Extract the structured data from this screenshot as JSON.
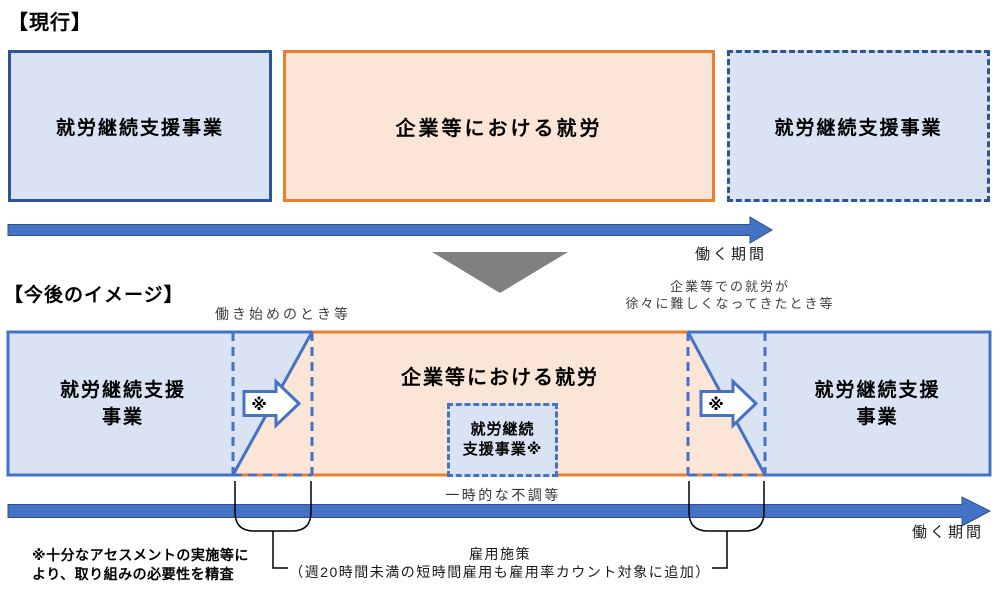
{
  "colors": {
    "blue": "#4472C4",
    "blue_dark": "#2F5496",
    "blue_deep": "#2F528F",
    "orange": "#ED7D31",
    "fill_blue": "#DAE3F3",
    "fill_orange": "#FBE5D6",
    "gray": "#808080"
  },
  "headings": {
    "current": "【現行】",
    "future": "【今後のイメージ】"
  },
  "current": {
    "box_left": "就労継続支援事業",
    "box_center": "企業等における就労",
    "box_right": "就労継続支援事業",
    "timeline_label": "働く期間"
  },
  "future": {
    "box_left_line1": "就労継続支援",
    "box_left_line2": "事業",
    "box_center": "企業等における就労",
    "inner_box_line1": "就労継続",
    "inner_box_line2": "支援事業※",
    "box_right_line1": "就労継続支援",
    "box_right_line2": "事業",
    "label_start": "働き始めのとき等",
    "label_difficult_line1": "企業等での就労が",
    "label_difficult_line2": "徐々に難しくなってきたとき等",
    "label_temporary": "一時的な不調等",
    "arrow_mark": "※",
    "timeline_label": "働く期間"
  },
  "notes": {
    "assessment_line1": "※十分なアセスメントの実施等に",
    "assessment_line2": "より、取り組みの必要性を精査",
    "employment_line1": "雇用施策",
    "employment_line2": "（週20時間未満の短時間雇用も雇用率カウント対象に追加）"
  }
}
